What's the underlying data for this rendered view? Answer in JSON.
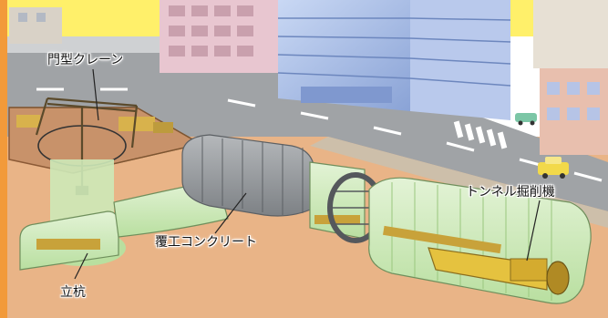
{
  "labels": {
    "gantry_crane": "門型クレーン",
    "tunnel_boring_machine": "トンネル掘削機",
    "lining_concrete": "覆工コンクリート",
    "vertical_shaft": "立杭"
  },
  "colors": {
    "sky": "#fff06a",
    "orange_band": "#f29a3a",
    "soil": "#e9b487",
    "soil_light": "#f0c69b",
    "road": "#a0a3a6",
    "tunnel_green": "#cde9b8",
    "tunnel_grey": "#8f9396",
    "machine_yellow": "#e5c23f",
    "building_blue": "#9fb4e0",
    "building_pink": "#e8c6d0"
  }
}
